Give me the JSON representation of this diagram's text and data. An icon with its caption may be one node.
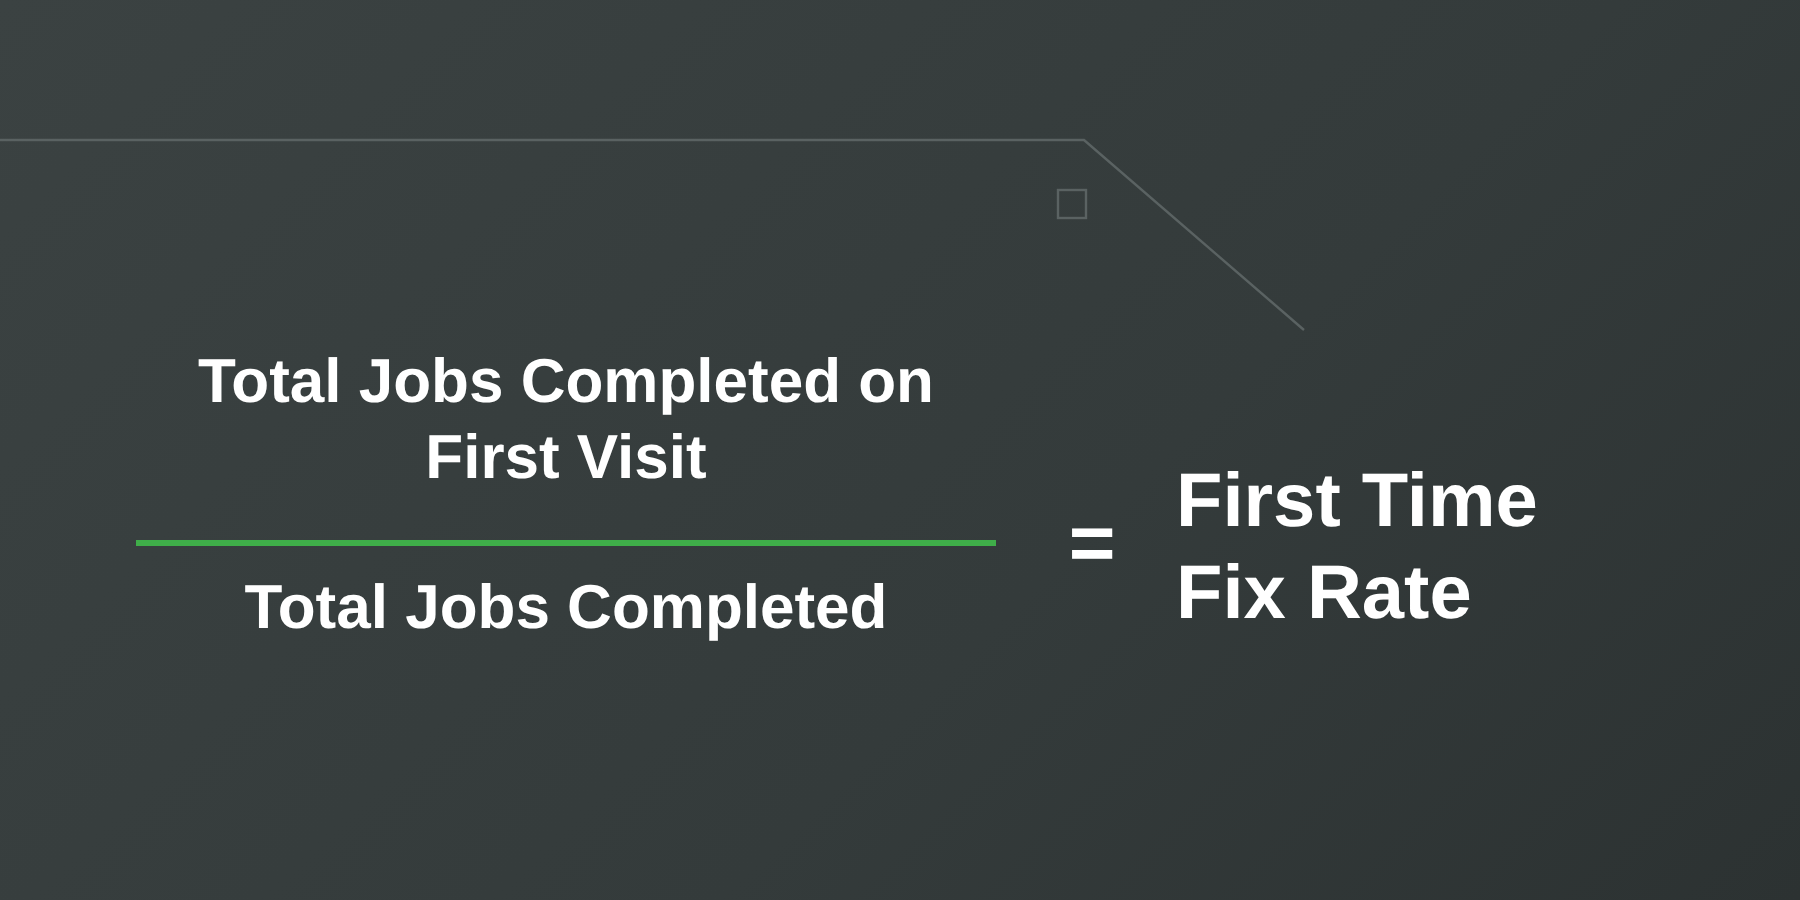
{
  "diagram": {
    "labels": [
      "Total Jobs Completed on First Visit",
      "Total Jobs Completed",
      "=",
      "First Time Fix Rate"
    ]
  }
}
